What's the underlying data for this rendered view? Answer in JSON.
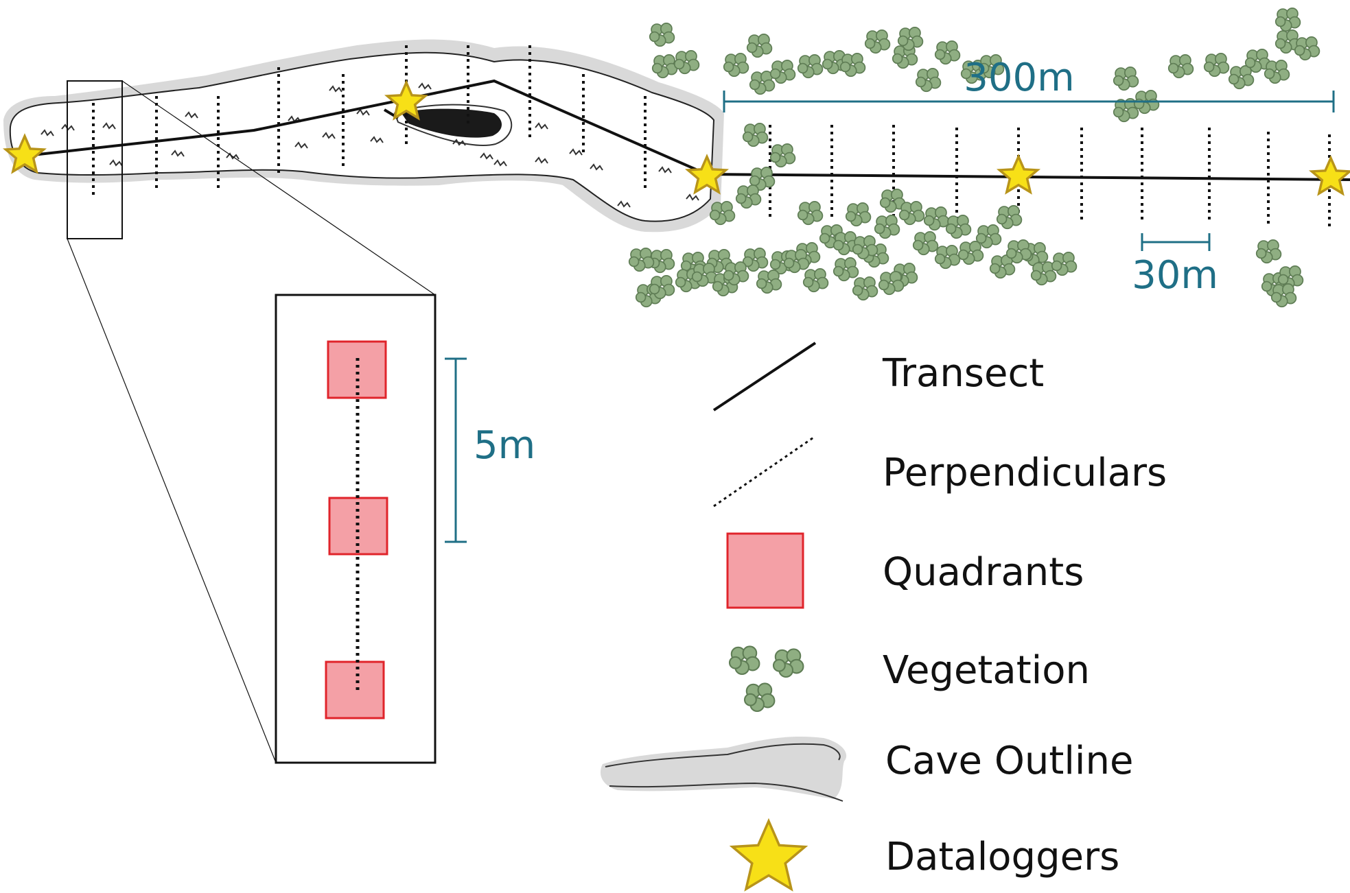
{
  "scale_bars": {
    "large": "300m",
    "medium": "30m",
    "inset": "5m"
  },
  "legend": {
    "transect": "Transect",
    "perpendiculars": "Perpendiculars",
    "quadrants": "Quadrants",
    "vegetation": "Vegetation",
    "cave_outline": "Cave Outline",
    "dataloggers": "Dataloggers"
  },
  "colors": {
    "scale": "#1f6f86",
    "quadrant_fill": "#f4a0a6",
    "quadrant_stroke": "#e0242b",
    "star_fill": "#f7e017",
    "star_stroke": "#b8941a",
    "vegetation_fill": "#8fae82",
    "vegetation_stroke": "#5f7d55",
    "cave_shadow": "#d8d8d8"
  },
  "icons": [
    "star-icon",
    "shrub-icon",
    "quadrant-square"
  ]
}
